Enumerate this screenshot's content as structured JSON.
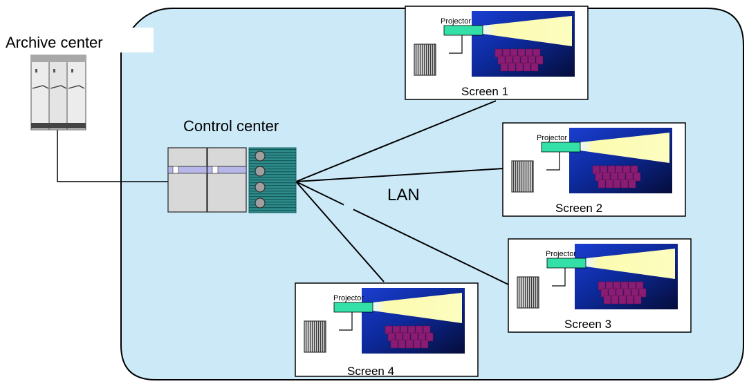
{
  "labels": {
    "archive": "Archive center",
    "control": "Control center",
    "lan": "LAN"
  },
  "screens": [
    {
      "name": "Screen 1",
      "projector": "Projector"
    },
    {
      "name": "Screen 2",
      "projector": "Projector"
    },
    {
      "name": "Screen 3",
      "projector": "Projector"
    },
    {
      "name": "Screen 4",
      "projector": "Projector"
    }
  ],
  "colors": {
    "network_area": "#cce9f8",
    "projector": "#33e0a8",
    "beam": "#fbfbb0",
    "audience": "#8a1d73",
    "screen_bg": "#0a1a66"
  }
}
